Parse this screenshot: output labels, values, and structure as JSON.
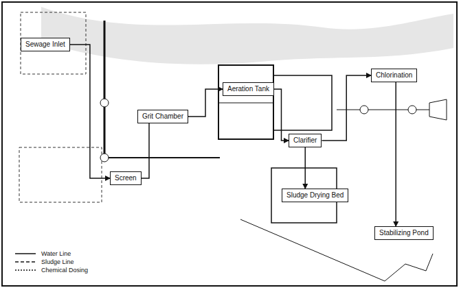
{
  "diagram": {
    "nodes": [
      {
        "text": [
          "Sewage Inlet"
        ]
      },
      {
        "text": [
          "Screen"
        ]
      },
      {
        "text": [
          "Grit Chamber"
        ]
      },
      {
        "text": [
          "Aeration Tank"
        ]
      },
      {
        "text": [
          "Clarifier"
        ]
      },
      {
        "text": [
          "Chlorination"
        ]
      },
      {
        "text": [
          "Sludge Drying Bed"
        ]
      },
      {
        "text": [
          "Stabilizing Pond"
        ]
      }
    ],
    "edges": [
      {
        "from": 0,
        "to": 1,
        "arrow": "to"
      },
      {
        "from": 1,
        "to": 2,
        "arrow": "to"
      },
      {
        "from": 2,
        "to": 3,
        "arrow": "to"
      },
      {
        "from": 3,
        "to": 4,
        "arrow": "to"
      },
      {
        "from": 4,
        "to": 5,
        "arrow": "to"
      },
      {
        "from": 4,
        "to": 6,
        "arrow": "to"
      },
      {
        "from": 5,
        "to": 7,
        "arrow": "to"
      }
    ],
    "legend": [
      {
        "text": "Water Line"
      },
      {
        "text": "Sludge Line"
      },
      {
        "text": "Chemical Dosing"
      }
    ]
  }
}
